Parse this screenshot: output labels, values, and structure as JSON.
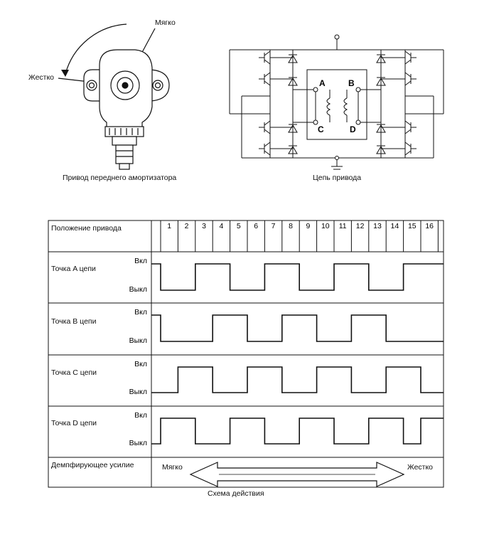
{
  "actuator": {
    "soft_label": "Мягко",
    "hard_label": "Жестко",
    "caption": "Привод переднего амортизатора"
  },
  "circuit": {
    "caption": "Цепь привода",
    "points": [
      "A",
      "B",
      "C",
      "D"
    ]
  },
  "table": {
    "position_label": "Положение привода",
    "positions": [
      "1",
      "2",
      "3",
      "4",
      "5",
      "6",
      "7",
      "8",
      "9",
      "10",
      "11",
      "12",
      "13",
      "14",
      "15",
      "16"
    ],
    "on_label": "Вкл",
    "off_label": "Выкл",
    "rows": [
      {
        "label": "Точка A цепи",
        "states": [
          1,
          0,
          0,
          1,
          1,
          0,
          0,
          1,
          1,
          0,
          0,
          1,
          1,
          0,
          0,
          1,
          1
        ]
      },
      {
        "label": "Точка B цепи",
        "states": [
          1,
          0,
          0,
          0,
          1,
          1,
          0,
          0,
          1,
          1,
          0,
          0,
          1,
          1,
          0,
          0,
          0
        ]
      },
      {
        "label": "Точка C цепи",
        "states": [
          0,
          0,
          1,
          1,
          0,
          0,
          1,
          1,
          0,
          0,
          1,
          1,
          0,
          0,
          1,
          1,
          0
        ]
      },
      {
        "label": "Точка D цепи",
        "states": [
          0,
          1,
          1,
          0,
          0,
          1,
          1,
          0,
          0,
          1,
          1,
          0,
          0,
          1,
          1,
          0,
          1
        ]
      }
    ],
    "damping_label": "Демпфирующее усилие",
    "soft_label": "Мягко",
    "hard_label": "Жестко",
    "caption": "Схема действия"
  }
}
